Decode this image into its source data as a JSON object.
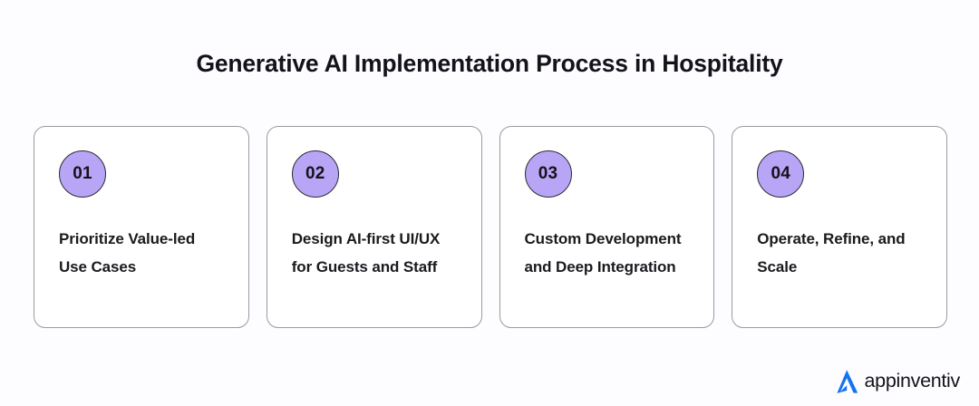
{
  "page": {
    "title": "Generative AI Implementation Process in Hospitality",
    "background_color": "#fdfcff"
  },
  "theme": {
    "badge_fill": "#b8a5f6",
    "badge_border": "#2c2c33",
    "card_background": "#ffffff",
    "card_border": "#9a9aa2",
    "text_color": "#1a1a1f",
    "brand_blue": "#1672f0"
  },
  "steps": [
    {
      "number": "01",
      "label": "Prioritize Value-led Use Cases"
    },
    {
      "number": "02",
      "label": "Design AI-first UI/UX for Guests and Staff"
    },
    {
      "number": "03",
      "label": "Custom Development and Deep Integration"
    },
    {
      "number": "04",
      "label": "Operate, Refine, and Scale"
    }
  ],
  "brand": {
    "mark_icon": "appinventiv-arrow-a-icon",
    "name": "appinventiv"
  }
}
